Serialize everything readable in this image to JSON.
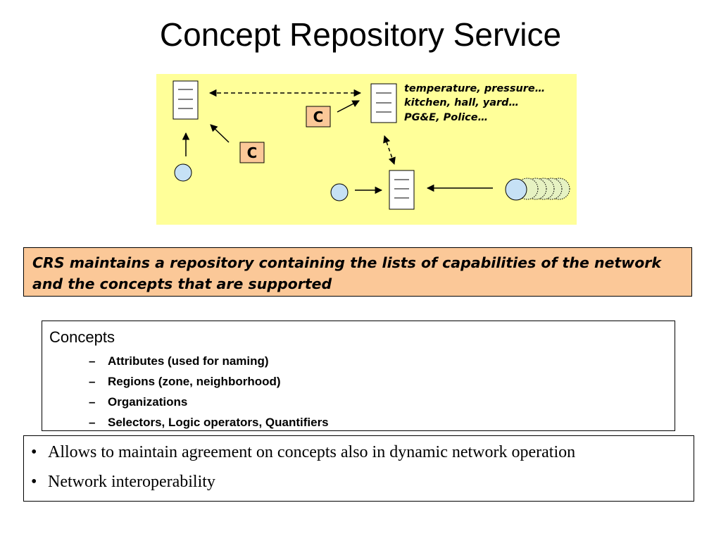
{
  "slide": {
    "title": "Concept Repository Service"
  },
  "diagram": {
    "background_color": "#ffff99",
    "annotation_lines": [
      "temperature, pressure…",
      "kitchen, hall, yard…",
      "PG&E, Police…"
    ],
    "concept_labels": [
      "C",
      "C"
    ],
    "concept_box_color": "#fbc898",
    "node_color": "#c6e1f5"
  },
  "callout": {
    "text": "CRS maintains a repository containing the lists of capabilities of the network and the concepts that are supported",
    "background_color": "#fbc898"
  },
  "concepts": {
    "heading": "Concepts",
    "items": [
      "Attributes (used for naming)",
      "Regions (zone, neighborhood)",
      "Organizations",
      "Selectors, Logic operators, Quantifiers"
    ]
  },
  "notes": {
    "items": [
      "Allows to maintain agreement on concepts also in dynamic network operation",
      "Network interoperability"
    ]
  }
}
